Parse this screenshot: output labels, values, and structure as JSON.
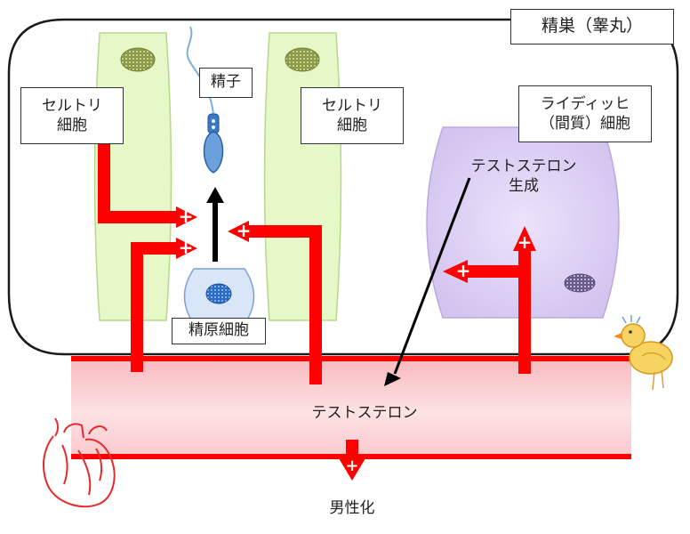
{
  "labels": {
    "testis": "精巣（睾丸）",
    "sertoli_left_1": "セルトリ",
    "sertoli_left_2": "細胞",
    "sertoli_right_1": "セルトリ",
    "sertoli_right_2": "細胞",
    "sperm": "精子",
    "spermatogonia": "精原細胞",
    "leydig_1": "ライディッヒ",
    "leydig_2": "（間質）細胞",
    "testosterone_production_1": "テストステロン",
    "testosterone_production_2": "生成",
    "testosterone_blood": "テストステロン",
    "masculinization": "男性化"
  },
  "plus_sign": "+",
  "colors": {
    "arrow_red": "#ff0000",
    "sertoli_fill": "#e6f7c8",
    "leydig_fill": "#ddd0f3",
    "spermatogonia_fill": "#d8e6f8",
    "blood_vessel_fill": "#fbd0d3",
    "testis_border": "#1a1a1a"
  },
  "icons": [
    "heart-icon",
    "chick-icon",
    "sperm-icon",
    "nucleus-icon"
  ]
}
